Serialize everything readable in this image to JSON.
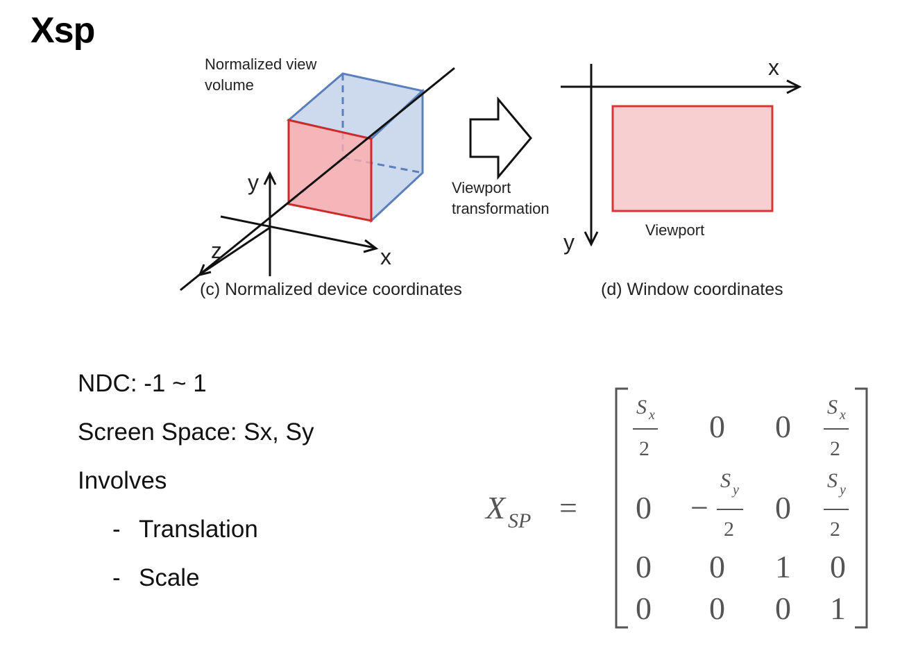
{
  "page": {
    "title_fragment": "Xsp"
  },
  "diagram": {
    "left": {
      "volume_label_line1": "Normalized view",
      "volume_label_line2": "volume",
      "axis_y": "y",
      "axis_z": "z",
      "axis_x": "x",
      "caption": "(c) Normalized  device  coordinates"
    },
    "arrow": {
      "label_line1": "Viewport",
      "label_line2": "transformation"
    },
    "right": {
      "axis_x": "x",
      "axis_y": "y",
      "viewport_label": "Viewport",
      "caption": "(d) Window coordinates"
    },
    "colors": {
      "cube_blue_fill": "#cdd9ec",
      "cube_blue_stroke": "#5b7fba",
      "cube_red_fill": "#f2a9ad",
      "cube_red_stroke": "#cf2a2a",
      "viewport_fill": "#f7cfd0",
      "viewport_stroke": "#d93436"
    }
  },
  "notes": {
    "ndc": "NDC: -1 ~ 1",
    "screen_space": "Screen Space: Sx, Sy",
    "involves": "Involves",
    "items": [
      {
        "dash": "-",
        "text": "Translation"
      },
      {
        "dash": "-",
        "text": "Scale"
      }
    ]
  },
  "formula": {
    "lhs_main": "X",
    "lhs_sub": "SP",
    "equals": "=",
    "sx": "S",
    "sx_sub": "x",
    "sy": "S",
    "sy_sub": "y",
    "two": "2",
    "minus": "−",
    "zero": "0",
    "one": "1"
  }
}
